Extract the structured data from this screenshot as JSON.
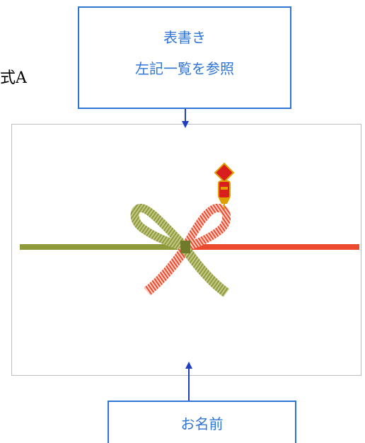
{
  "labels": {
    "side_title": "式A",
    "top_callout_line1": "表書き",
    "top_callout_line2": "左記一覧を参照",
    "bottom_callout": "お名前"
  },
  "colors": {
    "callout_border": "#2e75d6",
    "arrow": "#1f3fbf",
    "cord_gold": "#8f9a3a",
    "cord_red": "#ec4a2e",
    "noshi_red": "#d81e1e",
    "noshi_gold": "#e0a000"
  },
  "icons": {
    "noshi": "noshi-ornament-icon",
    "mizuhiki": "mizuhiki-bow"
  }
}
